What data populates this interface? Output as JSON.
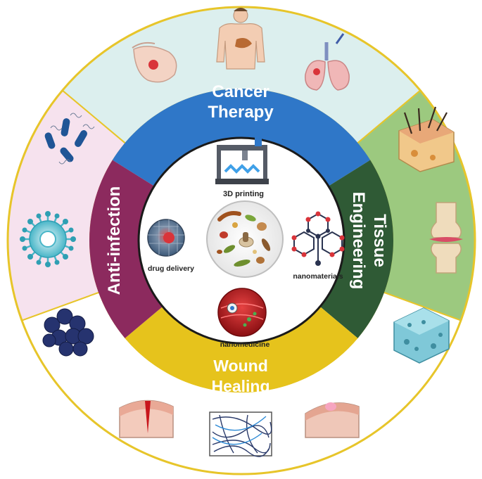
{
  "segments": {
    "cancer": {
      "line1": "Cancer",
      "line2": "Therapy",
      "color": "#2f77c8",
      "outer_color": "#dcefee"
    },
    "tissue": {
      "line1": "Tissue",
      "line2": "Engineering",
      "color": "#2f5a35",
      "outer_color": "#9cc97f"
    },
    "wound": {
      "line1": "Wound",
      "line2": "Healing",
      "color": "#e6c31c",
      "outer_color": "#ffffff"
    },
    "infection": {
      "line1": "Anti-infection",
      "color": "#8c2a5e",
      "outer_color": "#f6e2ee"
    }
  },
  "center": {
    "printing": "3D printing",
    "drug": "drug delivery",
    "nanomaterials": "nanomaterials",
    "nanomedicine": "nanomedicine"
  },
  "colors": {
    "ring_border": "#e7c52a",
    "inner_border": "#1a1a1a",
    "divider": "#ffffff"
  },
  "icons": [
    "breast-icon",
    "human-body-icon",
    "lungs-icon",
    "skin-hair-icon",
    "knee-joint-icon",
    "scaffold-cube-icon",
    "wound-cut-icon",
    "fiber-mesh-icon",
    "healing-skin-icon",
    "bacteria-icon",
    "virus-icon",
    "cell-cluster-icon",
    "3d-printer-icon",
    "nanoparticle-icon",
    "herbal-plate-icon",
    "molecular-network-icon",
    "blood-vessel-icon"
  ]
}
